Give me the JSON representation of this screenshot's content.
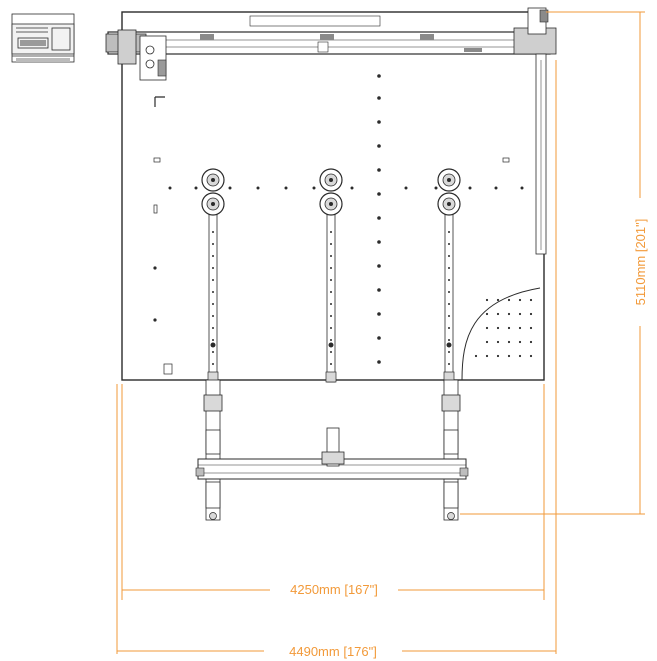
{
  "dimensions": {
    "inner_width": "4250mm [167\"]",
    "outer_width": "4490mm [176\"]",
    "height": "5110mm [201\"]"
  },
  "colors": {
    "line": "#2b2b2b",
    "dimension": "#f29a3a",
    "fill_light": "#ffffff",
    "fill_mid": "#d9d9d9"
  }
}
